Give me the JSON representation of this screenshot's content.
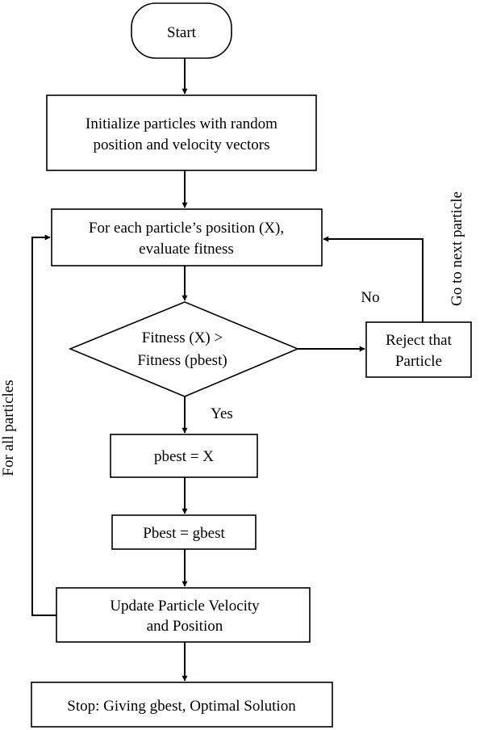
{
  "flowchart": {
    "start": "Start",
    "init": [
      "Initialize particles with random",
      "position and velocity vectors"
    ],
    "evaluate": [
      "For each particle’s position (X),",
      "evaluate fitness"
    ],
    "decision": [
      "Fitness (X) >",
      "Fitness (pbest)"
    ],
    "reject": [
      "Reject that",
      "Particle"
    ],
    "pbest_assign": "pbest = X",
    "gbest_assign": "Pbest = gbest",
    "update": [
      "Update Particle Velocity",
      "and Position"
    ],
    "stop": "Stop: Giving gbest, Optimal Solution",
    "label_no": "No",
    "label_yes": "Yes",
    "label_next": "Go to next particle",
    "label_all": "For all particles"
  }
}
